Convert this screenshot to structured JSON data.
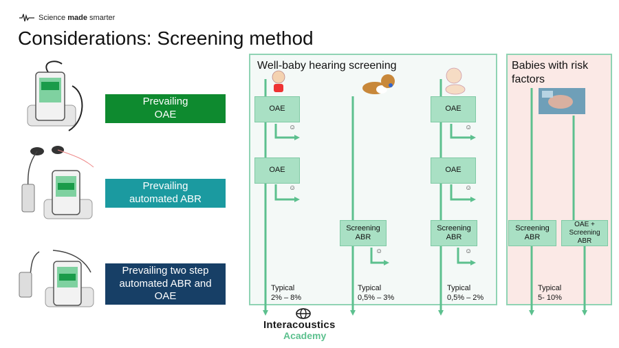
{
  "brand": {
    "text_prefix": "Science ",
    "text_bold": "made",
    "text_suffix": " smarter"
  },
  "title": "Considerations: Screening method",
  "methods": [
    {
      "label": "Prevailing\nOAE",
      "color": "#0e8a2f"
    },
    {
      "label": "Prevailing\nautomated ABR",
      "color": "#1b9aa0"
    },
    {
      "label": "Prevailing two step\nautomated ABR and\nOAE",
      "color": "#173f66"
    }
  ],
  "well_baby": {
    "title": "Well-baby hearing screening",
    "col1": {
      "box1": "OAE",
      "box2": "OAE",
      "typical": "Typical\n2% – 8%"
    },
    "col2": {
      "box1": "Screening\nABR",
      "typical": "Typical\n0,5% – 3%"
    },
    "col3": {
      "box1": "OAE",
      "box2": "OAE",
      "box3": "Screening\nABR",
      "typical": "Typical\n0,5% – 2%"
    }
  },
  "risk": {
    "title": "Babies with risk\nfactors",
    "col1": {
      "box1": "Screening\nABR"
    },
    "col2": {
      "box1": "OAE +\nScreening\nABR"
    },
    "typical": "Typical\n5- 10%"
  },
  "smiley": "☺",
  "logo": {
    "name": "Interacoustics",
    "sub": "Academy"
  },
  "colors": {
    "arrow": "#5cc08e",
    "panel_border": "#8fd3b3",
    "risk_bg": "#fbe9e6",
    "well_bg": "#f4f9f7"
  }
}
